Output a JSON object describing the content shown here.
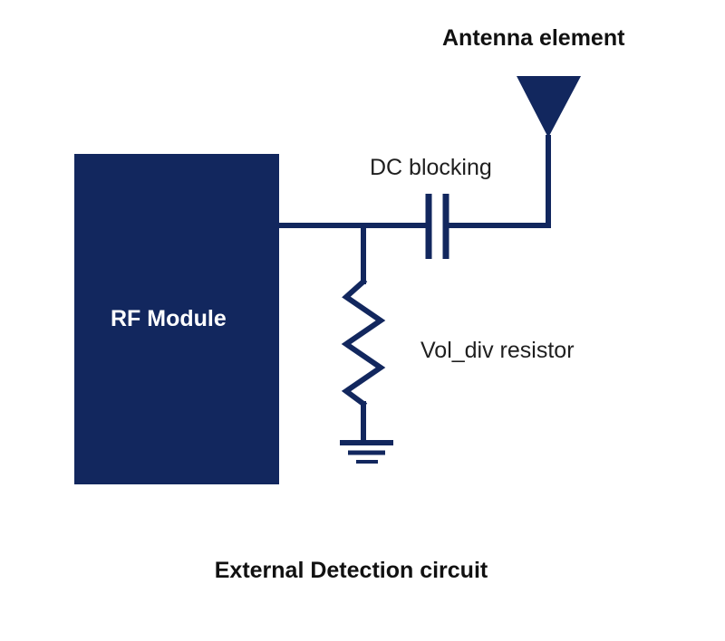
{
  "diagram": {
    "title": "External Detection circuit",
    "labels": {
      "antenna": "Antenna element",
      "dc_blocking": "DC blocking",
      "rf_module": "RF Module",
      "vol_div": "Vol_div resistor"
    },
    "components": [
      {
        "name": "antenna-element",
        "type": "antenna"
      },
      {
        "name": "dc-blocking-capacitor",
        "type": "capacitor"
      },
      {
        "name": "rf-module",
        "type": "block"
      },
      {
        "name": "vol-div-resistor",
        "type": "resistor"
      },
      {
        "name": "ground",
        "type": "ground"
      }
    ],
    "colors": {
      "navy": "#12275e",
      "text": "#1f1f1f",
      "background": "#ffffff"
    }
  }
}
